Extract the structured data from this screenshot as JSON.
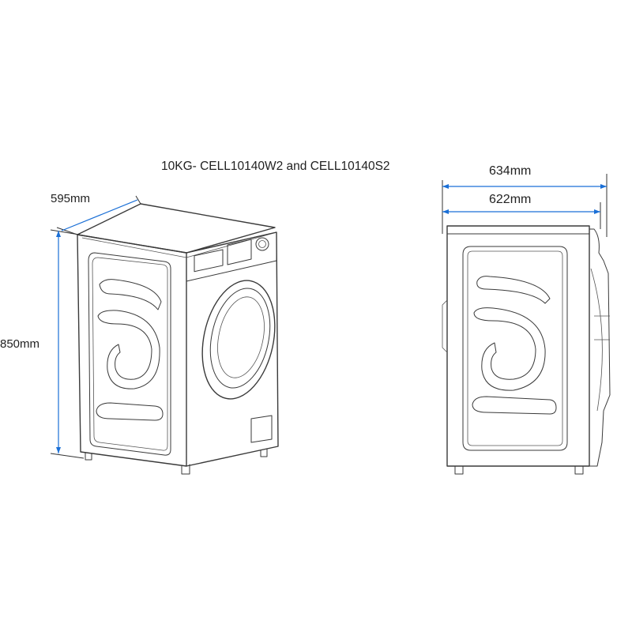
{
  "title": "10KG- CELL10140W2 and CELL10140S2",
  "dimensions": {
    "depth": "595mm",
    "height": "850mm",
    "width_outer": "634mm",
    "width_body": "622mm"
  },
  "colors": {
    "line": "#3a3a3a",
    "dimension_line": "#1a6fd6",
    "background": "#ffffff"
  }
}
